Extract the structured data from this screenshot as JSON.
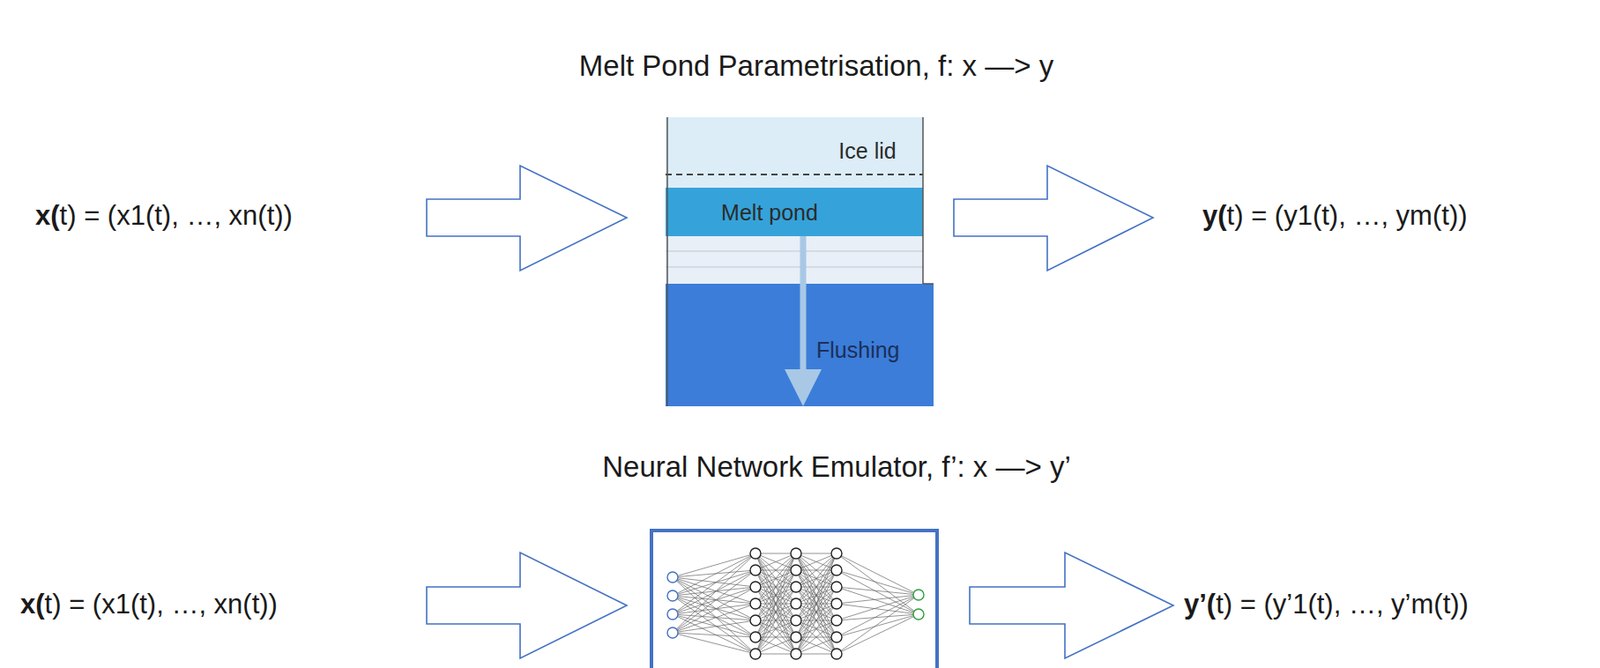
{
  "diagram": {
    "title": "Melt Pond Parametrisation, f: x —> y",
    "labels": [
      "x(t) = (x1(t), …, xn(t))",
      "Ice lid",
      "Melt pond",
      "Flushing",
      "y(t) = (y1(t), …, ym(t))",
      "Neural Network Emulator, f’: x —> y’",
      "x(t) = (x1(t), …, xn(t))",
      "y’(t) = (y’1(t), …, y’m(t))"
    ]
  }
}
